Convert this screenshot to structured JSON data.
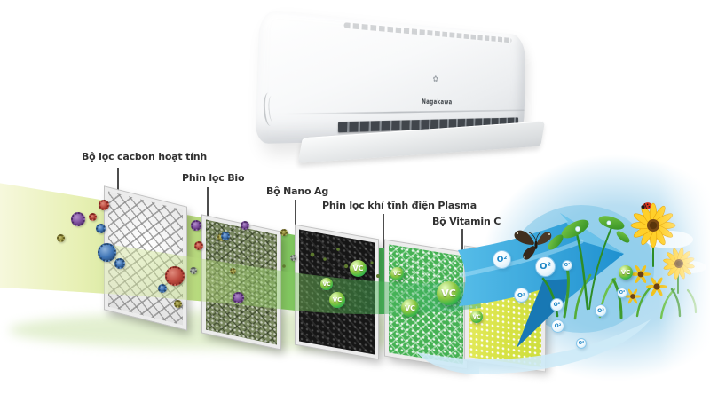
{
  "product": {
    "brand": "Nagakawa"
  },
  "filters": [
    {
      "id": "carbon",
      "label": "Bộ lọc cacbon hoạt tính"
    },
    {
      "id": "bio",
      "label": "Phin lọc Bio"
    },
    {
      "id": "nano-ag",
      "label": "Bộ Nano Ag"
    },
    {
      "id": "plasma",
      "label": "Phin lọc khí tĩnh điện Plasma"
    },
    {
      "id": "vitamin-c",
      "label": "Bộ Vitamin C"
    }
  ],
  "bubbles": {
    "vc_label": "VC",
    "oxygen_label": "O²"
  },
  "colors": {
    "stream_start": "#f6f8dc",
    "stream_green": "#3cb257",
    "stream_blue": "#1e90cf",
    "vc_bubble": "#39b54a",
    "filter_carbon": "#f7f7f7",
    "filter_bio": "#79885f",
    "filter_nano": "#161616",
    "filter_plasma": "#46b254",
    "filter_vitamin_c": "#d6e243",
    "virus_red": "#bc4a3e",
    "virus_blue": "#3f74b5",
    "virus_purple": "#7e4f9e",
    "virus_olive": "#9a9440"
  }
}
